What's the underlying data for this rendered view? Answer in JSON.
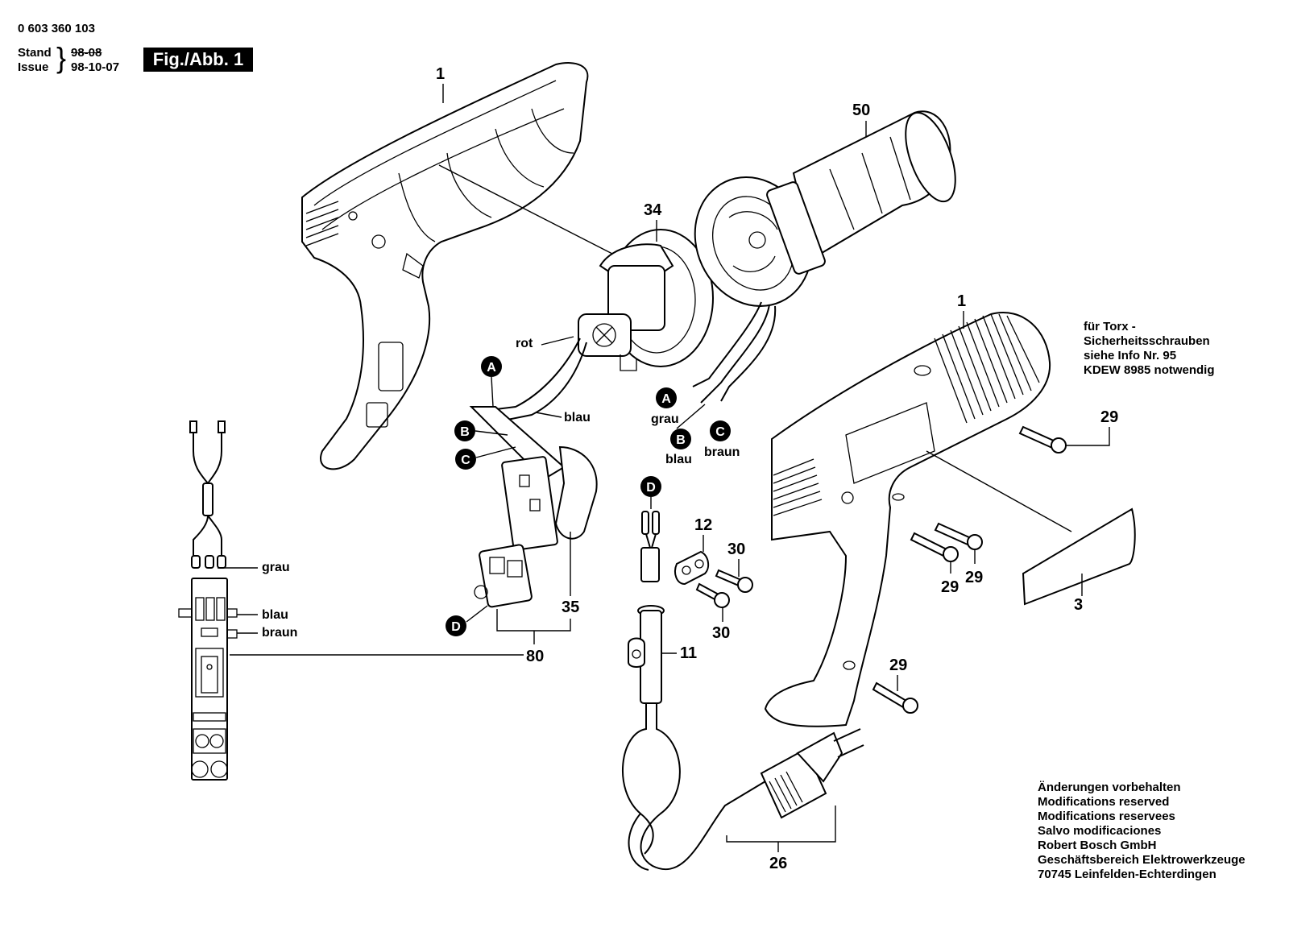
{
  "header": {
    "doc_number": "0 603 360 103",
    "stand_label": "Stand",
    "issue_label": "Issue",
    "stand_date": "98-08",
    "issue_date": "98-10-07",
    "figure_badge": "Fig./Abb. 1"
  },
  "part_numbers": {
    "housing_left": "1",
    "housing_right": "1",
    "nozzle": "50",
    "fan_motor": "34",
    "switch": "35",
    "switch_assembly": "80",
    "cable_clamp": "12",
    "screw_clamp_top": "30",
    "screw_clamp_bottom": "30",
    "strain_relief": "11",
    "power_cord": "26",
    "screw_top_right": "29",
    "screw_middle_a": "29",
    "screw_middle_b": "29",
    "screw_handle": "29",
    "nameplate": "3"
  },
  "wire_labels": {
    "rot": "rot",
    "blau_switch": "blau",
    "grau_heater": "grau",
    "blau_heater": "blau",
    "braun_heater": "braun",
    "grau_schematic": "grau",
    "blau_schematic": "blau",
    "braun_schematic": "braun"
  },
  "connectors": {
    "a_switch": "A",
    "b_switch": "B",
    "c_switch": "C",
    "d_switch": "D",
    "a_heater": "A",
    "b_heater": "B",
    "c_heater": "C",
    "d_cable": "D"
  },
  "torx_note": [
    "für Torx -",
    "Sicherheitsschrauben",
    "siehe Info Nr. 95",
    "KDEW 8985 notwendig"
  ],
  "footer_note": [
    "Änderungen vorbehalten",
    "Modifications reserved",
    "Modifications reservees",
    "Salvo modificaciones",
    "Robert Bosch GmbH",
    "Geschäftsbereich Elektrowerkzeuge",
    "70745 Leinfelden-Echterdingen"
  ]
}
